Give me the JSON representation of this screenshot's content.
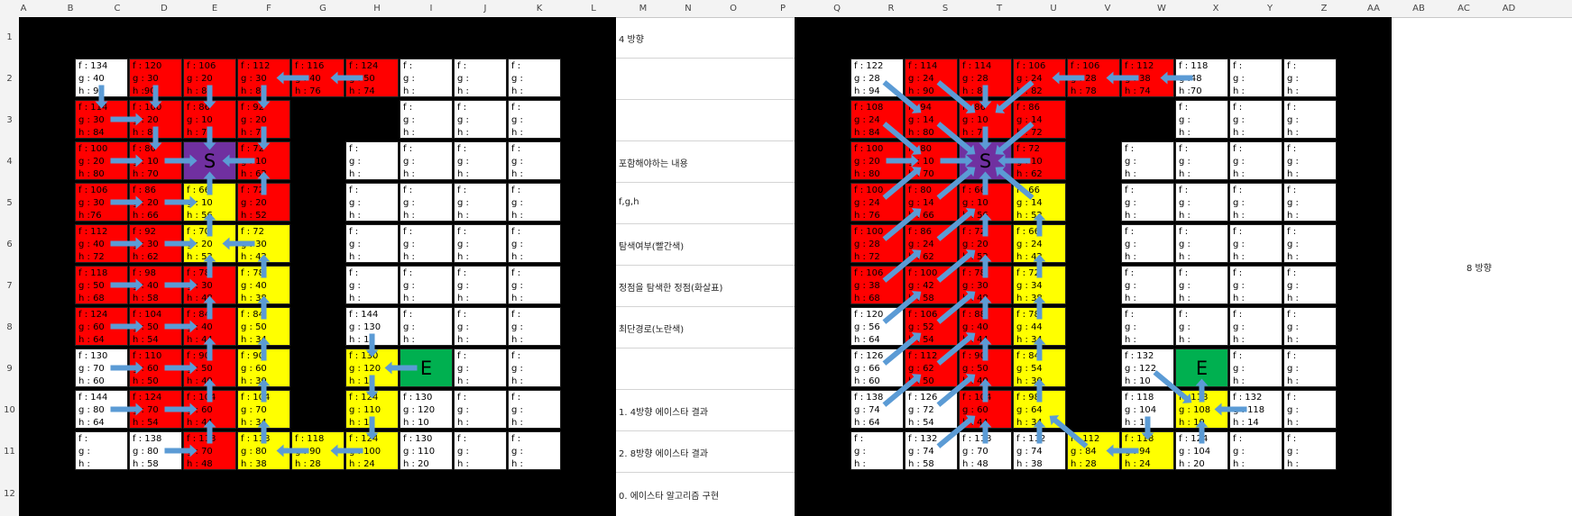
{
  "sheet": {
    "columns": [
      "A",
      "B",
      "C",
      "D",
      "E",
      "F",
      "G",
      "H",
      "I",
      "J",
      "K",
      "L",
      "M",
      "N",
      "O",
      "P",
      "Q",
      "R",
      "S",
      "T",
      "U",
      "V",
      "W",
      "X",
      "Y",
      "Z",
      "AA",
      "AB",
      "AC",
      "AD"
    ],
    "rows": [
      "1",
      "2",
      "3",
      "4",
      "5",
      "6",
      "7",
      "8",
      "9",
      "10",
      "11",
      "12"
    ]
  },
  "notes": [
    {
      "row": 1,
      "text": "4 방향"
    },
    {
      "row": 4,
      "text": "포함해야하는 내용"
    },
    {
      "row": 5,
      "text": "f,g,h"
    },
    {
      "row": 6,
      "text": "탐색여부(빨간색)"
    },
    {
      "row": 7,
      "text": "정점을 탐색한 정점(화살표)"
    },
    {
      "row": 8,
      "text": "최단경로(노란색)"
    },
    {
      "row": 10,
      "text": "1. 4방향 에이스타 결과"
    },
    {
      "row": 11,
      "text": "2. 8방향 에이스타 결과"
    },
    {
      "row": 12,
      "text": "0. 에이스타 알고리즘 구현"
    }
  ],
  "eight_label": "8 방향",
  "left_grid": {
    "rows": [
      [
        [
          "w",
          "f : 134",
          "g : 40",
          "h : 94"
        ],
        [
          "r",
          "f : 120",
          "g : 30",
          "h :90"
        ],
        [
          "r",
          "f : 106",
          "g : 20",
          "h : 86"
        ],
        [
          "r",
          "f : 112",
          "g : 30",
          "h : 82"
        ],
        [
          "r",
          "f : 116",
          "g : 40",
          "h : 76"
        ],
        [
          "r",
          "f : 124",
          "g : 50",
          "h : 74"
        ],
        [
          "w",
          "f :",
          "g :",
          "h :"
        ],
        [
          "w",
          "f :",
          "g :",
          "h :"
        ],
        [
          "w",
          "f :",
          "g :",
          "h :"
        ]
      ],
      [
        [
          "r",
          "f : 114",
          "g : 30",
          "h : 84"
        ],
        [
          "r",
          "f : 100",
          "g : 20",
          "h : 80"
        ],
        [
          "r",
          "f : 86",
          "g : 10",
          "h : 76"
        ],
        [
          "r",
          "f : 92",
          "g : 20",
          "h : 72"
        ],
        [
          "b"
        ],
        [
          "b"
        ],
        [
          "w",
          "f :",
          "g :",
          "h :"
        ],
        [
          "w",
          "f :",
          "g :",
          "h :"
        ],
        [
          "w",
          "f :",
          "g :",
          "h :"
        ]
      ],
      [
        [
          "r",
          "f : 100",
          "g : 20",
          "h : 80"
        ],
        [
          "r",
          "f : 80",
          "g : 10",
          "h : 70"
        ],
        [
          "p",
          "S"
        ],
        [
          "r",
          "f : 72",
          "g : 10",
          "h : 62"
        ],
        [
          "b"
        ],
        [
          "w",
          "f :",
          "g :",
          "h :"
        ],
        [
          "w",
          "f :",
          "g :",
          "h :"
        ],
        [
          "w",
          "f :",
          "g :",
          "h :"
        ],
        [
          "w",
          "f :",
          "g :",
          "h :"
        ]
      ],
      [
        [
          "r",
          "f : 106",
          "g : 30",
          "h :76"
        ],
        [
          "r",
          "f : 86",
          "g : 20",
          "h : 66"
        ],
        [
          "y",
          "f : 66",
          "g : 10",
          "h : 56"
        ],
        [
          "r",
          "f : 72",
          "g : 20",
          "h : 52"
        ],
        [
          "b"
        ],
        [
          "w",
          "f :",
          "g :",
          "h :"
        ],
        [
          "w",
          "f :",
          "g :",
          "h :"
        ],
        [
          "w",
          "f :",
          "g :",
          "h :"
        ],
        [
          "w",
          "f :",
          "g :",
          "h :"
        ]
      ],
      [
        [
          "r",
          "f : 112",
          "g : 40",
          "h : 72"
        ],
        [
          "r",
          "f : 92",
          "g : 30",
          "h : 62"
        ],
        [
          "y",
          "f : 70",
          "g : 20",
          "h : 52"
        ],
        [
          "y",
          "f : 72",
          "g : 30",
          "h : 42"
        ],
        [
          "b"
        ],
        [
          "w",
          "f :",
          "g :",
          "h :"
        ],
        [
          "w",
          "f :",
          "g :",
          "h :"
        ],
        [
          "w",
          "f :",
          "g :",
          "h :"
        ],
        [
          "w",
          "f :",
          "g :",
          "h :"
        ]
      ],
      [
        [
          "r",
          "f : 118",
          "g : 50",
          "h : 68"
        ],
        [
          "r",
          "f : 98",
          "g : 40",
          "h : 58"
        ],
        [
          "r",
          "f : 78",
          "g : 30",
          "h : 48"
        ],
        [
          "y",
          "f : 78",
          "g : 40",
          "h : 38"
        ],
        [
          "b"
        ],
        [
          "w",
          "f :",
          "g :",
          "h :"
        ],
        [
          "w",
          "f :",
          "g :",
          "h :"
        ],
        [
          "w",
          "f :",
          "g :",
          "h :"
        ],
        [
          "w",
          "f :",
          "g :",
          "h :"
        ]
      ],
      [
        [
          "r",
          "f : 124",
          "g : 60",
          "h : 64"
        ],
        [
          "r",
          "f : 104",
          "g : 50",
          "h : 54"
        ],
        [
          "r",
          "f : 84",
          "g : 40",
          "h : 44"
        ],
        [
          "y",
          "f : 84",
          "g : 50",
          "h : 34"
        ],
        [
          "b"
        ],
        [
          "w",
          "f : 144",
          "g : 130",
          "h : 14"
        ],
        [
          "w",
          "f :",
          "g :",
          "h :"
        ],
        [
          "w",
          "f :",
          "g :",
          "h :"
        ],
        [
          "w",
          "f :",
          "g :",
          "h :"
        ]
      ],
      [
        [
          "w",
          "f : 130",
          "g : 70",
          "h : 60"
        ],
        [
          "r",
          "f : 110",
          "g : 60",
          "h : 50"
        ],
        [
          "r",
          "f : 90",
          "g : 50",
          "h : 40"
        ],
        [
          "y",
          "f : 90",
          "g : 60",
          "h : 30"
        ],
        [
          "b"
        ],
        [
          "y",
          "f : 130",
          "g : 120",
          "h : 10"
        ],
        [
          "g",
          "E"
        ],
        [
          "w",
          "f :",
          "g :",
          "h :"
        ],
        [
          "w",
          "f :",
          "g :",
          "h :"
        ]
      ],
      [
        [
          "w",
          "f : 144",
          "g : 80",
          "h : 64"
        ],
        [
          "r",
          "f : 124",
          "g : 70",
          "h : 54"
        ],
        [
          "r",
          "f : 104",
          "g : 60",
          "h : 44"
        ],
        [
          "y",
          "f : 104",
          "g : 70",
          "h : 34"
        ],
        [
          "b"
        ],
        [
          "y",
          "f : 124",
          "g : 110",
          "h : 14"
        ],
        [
          "w",
          "f : 130",
          "g : 120",
          "h : 10"
        ],
        [
          "w",
          "f :",
          "g :",
          "h :"
        ],
        [
          "w",
          "f :",
          "g :",
          "h :"
        ]
      ],
      [
        [
          "w",
          "f :",
          "g :",
          "h :"
        ],
        [
          "w",
          "f : 138",
          "g : 80",
          "h : 58"
        ],
        [
          "r",
          "f : 118",
          "g : 70",
          "h : 48"
        ],
        [
          "y",
          "f : 118",
          "g : 80",
          "h : 38"
        ],
        [
          "y",
          "f : 118",
          "g : 90",
          "h : 28"
        ],
        [
          "y",
          "f : 124",
          "g : 100",
          "h : 24"
        ],
        [
          "w",
          "f : 130",
          "g : 110",
          "h : 20"
        ],
        [
          "w",
          "f :",
          "g :",
          "h :"
        ],
        [
          "w",
          "f :",
          "g :",
          "h :"
        ]
      ]
    ]
  },
  "right_grid": {
    "rows": [
      [
        [
          "w",
          "f : 122",
          "g : 28",
          "h : 94"
        ],
        [
          "r",
          "f : 114",
          "g : 24",
          "h : 90"
        ],
        [
          "r",
          "f : 114",
          "g : 28",
          "h : 86"
        ],
        [
          "r",
          "f : 106",
          "g : 24",
          "h : 82"
        ],
        [
          "r",
          "f : 106",
          "g : 28",
          "h : 78"
        ],
        [
          "r",
          "f : 112",
          "g : 38",
          "h : 74"
        ],
        [
          "w",
          "f : 118",
          "g :48",
          "h :70"
        ],
        [
          "w",
          "f :",
          "g :",
          "h :"
        ],
        [
          "w",
          "f :",
          "g :",
          "h :"
        ]
      ],
      [
        [
          "r",
          "f : 108",
          "g : 24",
          "h : 84"
        ],
        [
          "r",
          "f : 94",
          "g : 14",
          "h : 80"
        ],
        [
          "r",
          "f : 86",
          "g : 10",
          "h : 76"
        ],
        [
          "r",
          "f : 86",
          "g : 14",
          "h : 72"
        ],
        [
          "b"
        ],
        [
          "b"
        ],
        [
          "w",
          "f :",
          "g :",
          "h :"
        ],
        [
          "w",
          "f :",
          "g :",
          "h :"
        ],
        [
          "w",
          "f :",
          "g :",
          "h :"
        ]
      ],
      [
        [
          "r",
          "f : 100",
          "g : 20",
          "h : 80"
        ],
        [
          "r",
          "f : 80",
          "g : 10",
          "h : 70"
        ],
        [
          "p",
          "S"
        ],
        [
          "r",
          "f : 72",
          "g : 10",
          "h : 62"
        ],
        [
          "b"
        ],
        [
          "w",
          "f :",
          "g :",
          "h :"
        ],
        [
          "w",
          "f :",
          "g :",
          "h :"
        ],
        [
          "w",
          "f :",
          "g :",
          "h :"
        ],
        [
          "w",
          "f :",
          "g :",
          "h :"
        ]
      ],
      [
        [
          "r",
          "f : 100",
          "g : 24",
          "h : 76"
        ],
        [
          "r",
          "f : 80",
          "g : 14",
          "h : 66"
        ],
        [
          "r",
          "f : 66",
          "g : 10",
          "h : 56"
        ],
        [
          "y",
          "f : 66",
          "g : 14",
          "h : 52"
        ],
        [
          "b"
        ],
        [
          "w",
          "f :",
          "g :",
          "h :"
        ],
        [
          "w",
          "f :",
          "g :",
          "h :"
        ],
        [
          "w",
          "f :",
          "g :",
          "h :"
        ],
        [
          "w",
          "f :",
          "g :",
          "h :"
        ]
      ],
      [
        [
          "r",
          "f : 100",
          "g : 28",
          "h : 72"
        ],
        [
          "r",
          "f : 86",
          "g : 24",
          "h : 62"
        ],
        [
          "r",
          "f : 72",
          "g : 20",
          "h : 52"
        ],
        [
          "y",
          "f : 66",
          "g : 24",
          "h : 42"
        ],
        [
          "b"
        ],
        [
          "w",
          "f :",
          "g :",
          "h :"
        ],
        [
          "w",
          "f :",
          "g :",
          "h :"
        ],
        [
          "w",
          "f :",
          "g :",
          "h :"
        ],
        [
          "w",
          "f :",
          "g :",
          "h :"
        ]
      ],
      [
        [
          "r",
          "f : 106",
          "g : 38",
          "h : 68"
        ],
        [
          "r",
          "f : 100",
          "g : 42",
          "h : 58"
        ],
        [
          "r",
          "f : 78",
          "g : 30",
          "h : 48"
        ],
        [
          "y",
          "f : 72",
          "g : 34",
          "h : 38"
        ],
        [
          "b"
        ],
        [
          "w",
          "f :",
          "g :",
          "h :"
        ],
        [
          "w",
          "f :",
          "g :",
          "h :"
        ],
        [
          "w",
          "f :",
          "g :",
          "h :"
        ],
        [
          "w",
          "f :",
          "g :",
          "h :"
        ]
      ],
      [
        [
          "w",
          "f : 120",
          "g : 56",
          "h : 64"
        ],
        [
          "r",
          "f : 106",
          "g : 52",
          "h : 54"
        ],
        [
          "r",
          "f : 88",
          "g : 40",
          "h : 44"
        ],
        [
          "y",
          "f : 78",
          "g : 44",
          "h : 34"
        ],
        [
          "b"
        ],
        [
          "w",
          "f :",
          "g :",
          "h :"
        ],
        [
          "w",
          "f :",
          "g :",
          "h :"
        ],
        [
          "w",
          "f :",
          "g :",
          "h :"
        ],
        [
          "w",
          "f :",
          "g :",
          "h :"
        ]
      ],
      [
        [
          "w",
          "f : 126",
          "g : 66",
          "h : 60"
        ],
        [
          "r",
          "f : 112",
          "g : 62",
          "h : 50"
        ],
        [
          "r",
          "f : 90",
          "g : 50",
          "h : 40"
        ],
        [
          "y",
          "f : 84",
          "g : 54",
          "h : 30"
        ],
        [
          "b"
        ],
        [
          "w",
          "f : 132",
          "g : 122",
          "h : 10"
        ],
        [
          "g",
          "E"
        ],
        [
          "w",
          "f :",
          "g :",
          "h :"
        ],
        [
          "w",
          "f :",
          "g :",
          "h :"
        ]
      ],
      [
        [
          "w",
          "f : 138",
          "g : 74",
          "h : 64"
        ],
        [
          "w",
          "f : 126",
          "g : 72",
          "h : 54"
        ],
        [
          "r",
          "f : 104",
          "g : 60",
          "h : 44"
        ],
        [
          "y",
          "f : 98",
          "g : 64",
          "h : 34"
        ],
        [
          "b"
        ],
        [
          "w",
          "f : 118",
          "g : 104",
          "h : 14"
        ],
        [
          "y",
          "f : 118",
          "g : 108",
          "h : 10"
        ],
        [
          "w",
          "f : 132",
          "g : 118",
          "h : 14"
        ],
        [
          "w",
          "f :",
          "g :",
          "h :"
        ]
      ],
      [
        [
          "w",
          "f :",
          "g :",
          "h :"
        ],
        [
          "w",
          "f : 132",
          "g : 74",
          "h : 58"
        ],
        [
          "w",
          "f : 118",
          "g : 70",
          "h : 48"
        ],
        [
          "w",
          "f : 112",
          "g : 74",
          "h : 38"
        ],
        [
          "y",
          "f : 112",
          "g : 84",
          "h : 28"
        ],
        [
          "y",
          "f : 118",
          "g : 94",
          "h : 24"
        ],
        [
          "w",
          "f : 124",
          "g : 104",
          "h : 20"
        ],
        [
          "w",
          "f :",
          "g :",
          "h :"
        ],
        [
          "w",
          "f :",
          "g :",
          "h :"
        ]
      ]
    ]
  },
  "colors": {
    "explored": "#ff0000",
    "path": "#ffff00",
    "start": "#7030a0",
    "end": "#00b050",
    "arrow": "#5b9bd5"
  }
}
